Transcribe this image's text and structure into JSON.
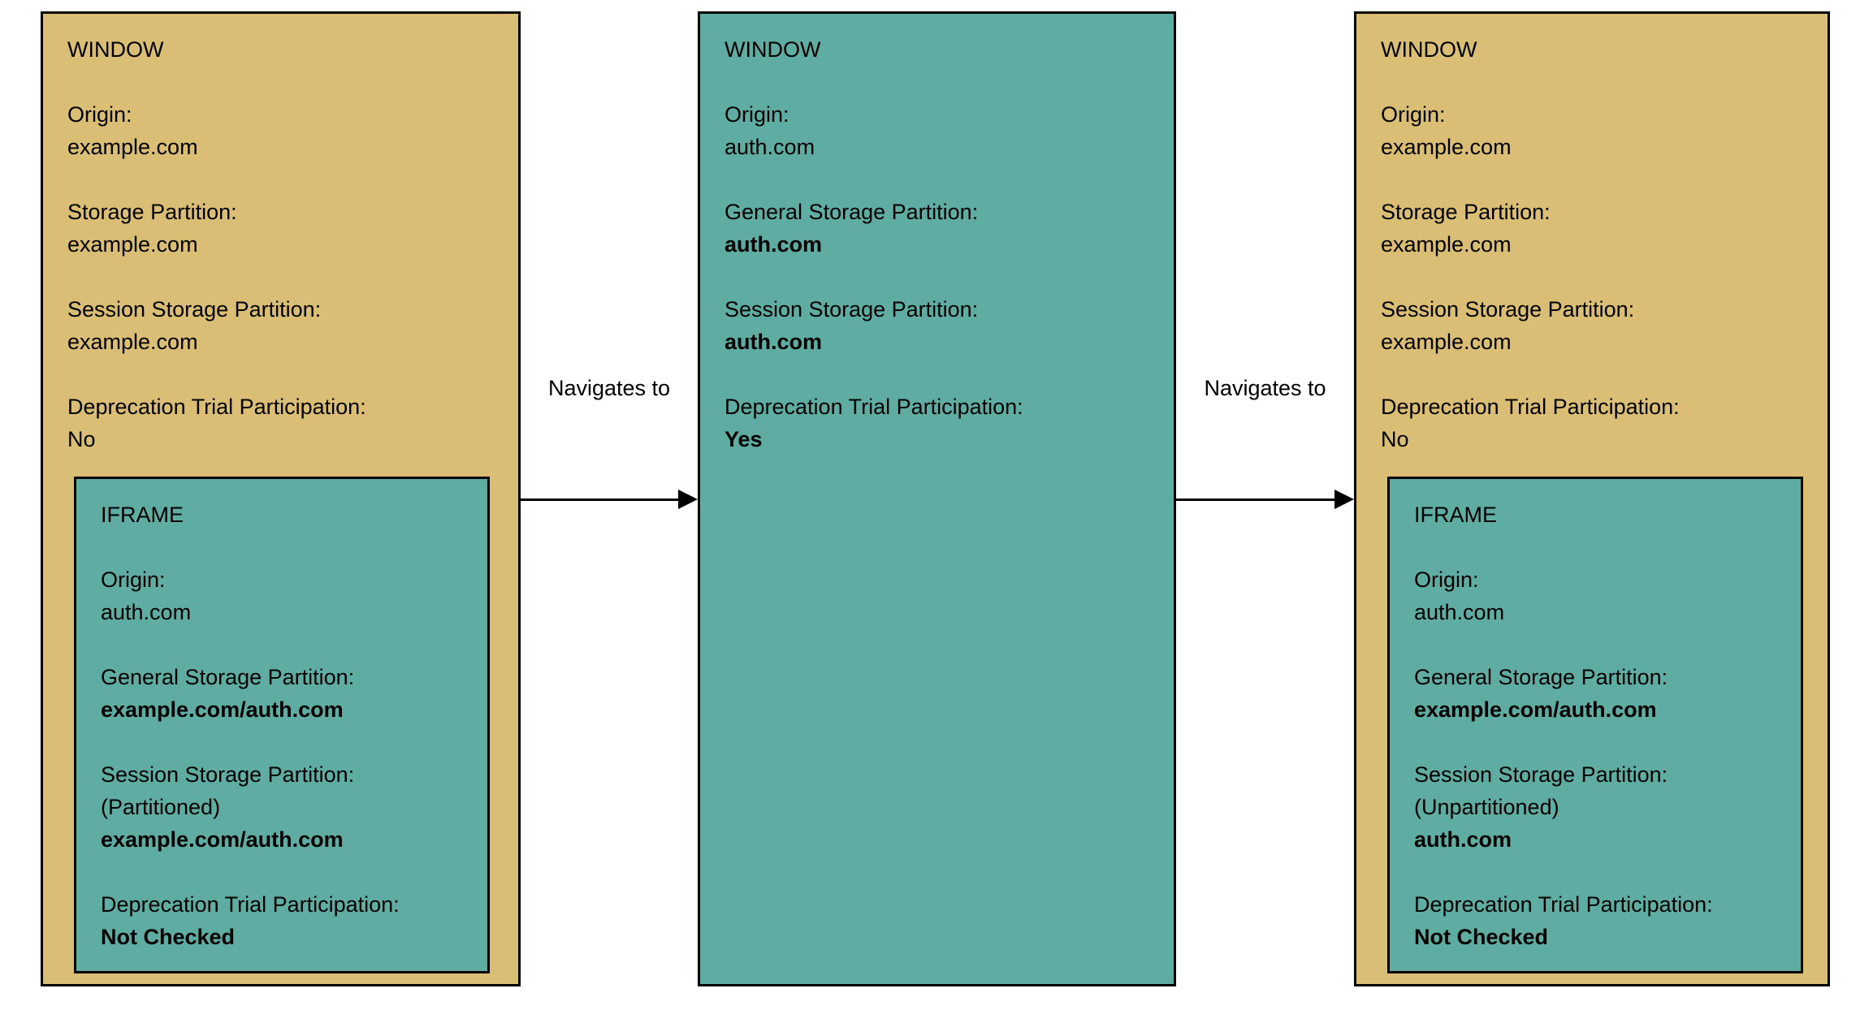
{
  "diagram": {
    "colors": {
      "window_fill_tan": "#DBBE75",
      "teal_fill": "#5FACA3",
      "border": "#000000",
      "text": "#000000",
      "background": "#ffffff"
    },
    "arrows": [
      {
        "label": "Navigates to"
      },
      {
        "label": "Navigates to"
      }
    ],
    "boxes": [
      {
        "title": "WINDOW",
        "fill": "#DBBE75",
        "fields": [
          {
            "label": "Origin:",
            "value": "example.com",
            "bold": false
          },
          {
            "label": "Storage Partition:",
            "value": "example.com",
            "bold": false
          },
          {
            "label": "Session Storage Partition:",
            "value": "example.com",
            "bold": false
          },
          {
            "label": "Deprecation Trial Participation:",
            "value": "No",
            "bold": false
          }
        ],
        "iframe": {
          "title": "IFRAME",
          "fill": "#5FACA3",
          "fields": [
            {
              "label": "Origin:",
              "value": "auth.com",
              "bold": false
            },
            {
              "label": "General Storage Partition:",
              "value": "example.com/auth.com",
              "bold": true
            },
            {
              "label": "Session Storage Partition:",
              "note": "(Partitioned)",
              "value": "example.com/auth.com",
              "bold": true
            },
            {
              "label": "Deprecation Trial Participation:",
              "value": "Not Checked",
              "bold": true
            }
          ]
        }
      },
      {
        "title": "WINDOW",
        "fill": "#5FACA3",
        "fields": [
          {
            "label": "Origin:",
            "value": "auth.com",
            "bold": false
          },
          {
            "label": "General Storage Partition:",
            "value": "auth.com",
            "bold": true
          },
          {
            "label": "Session Storage Partition:",
            "value": "auth.com",
            "bold": true
          },
          {
            "label": "Deprecation Trial Participation:",
            "value": "Yes",
            "bold": true
          }
        ]
      },
      {
        "title": "WINDOW",
        "fill": "#DBBE75",
        "fields": [
          {
            "label": "Origin:",
            "value": "example.com",
            "bold": false
          },
          {
            "label": "Storage Partition:",
            "value": "example.com",
            "bold": false
          },
          {
            "label": "Session Storage Partition:",
            "value": "example.com",
            "bold": false
          },
          {
            "label": "Deprecation Trial Participation:",
            "value": "No",
            "bold": false
          }
        ],
        "iframe": {
          "title": "IFRAME",
          "fill": "#5FACA3",
          "fields": [
            {
              "label": "Origin:",
              "value": "auth.com",
              "bold": false
            },
            {
              "label": "General Storage Partition:",
              "value": "example.com/auth.com",
              "bold": true
            },
            {
              "label": "Session Storage Partition:",
              "note": "(Unpartitioned)",
              "value": "auth.com",
              "bold": true
            },
            {
              "label": "Deprecation Trial Participation:",
              "value": "Not Checked",
              "bold": true
            }
          ]
        }
      }
    ]
  }
}
